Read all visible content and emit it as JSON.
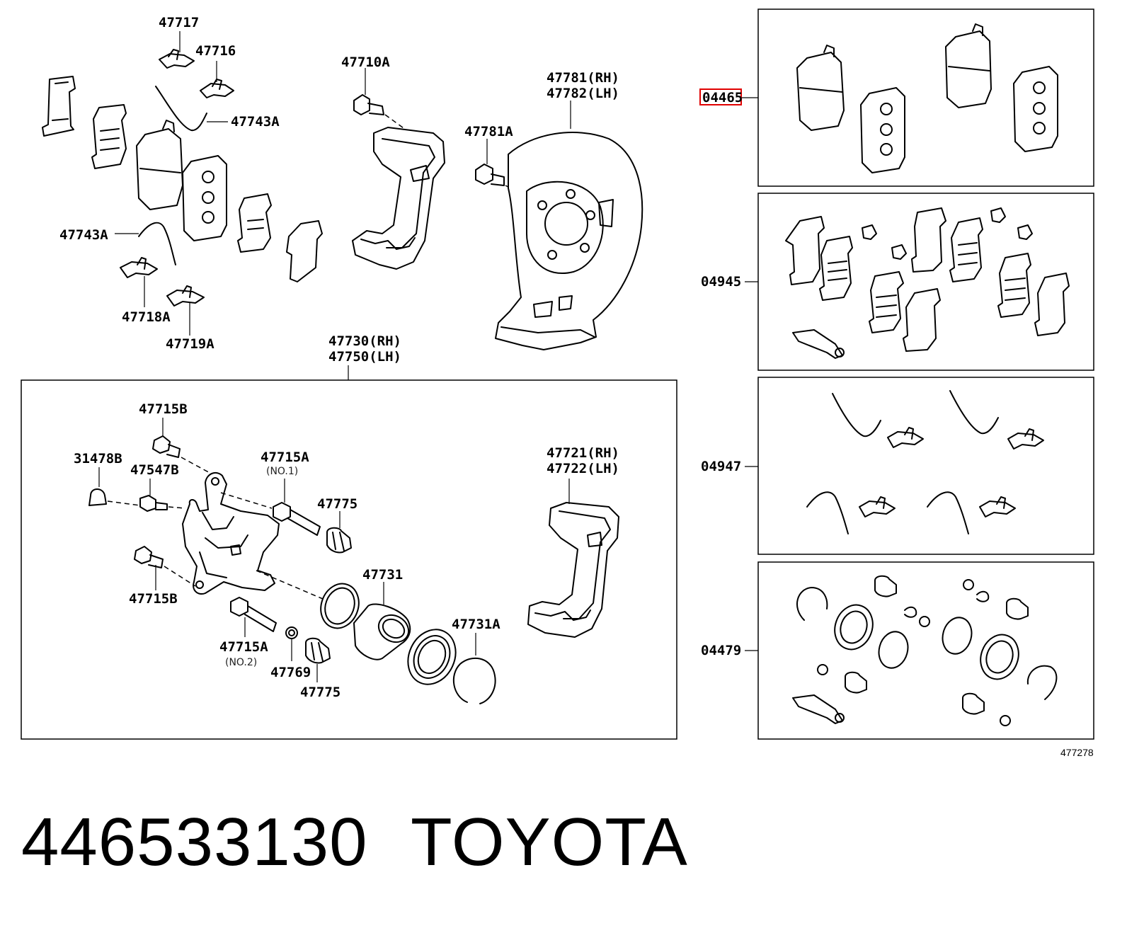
{
  "diagram_labels": {
    "p47717": "47717",
    "p47716": "47716",
    "p47743A_top": "47743A",
    "p47710A": "47710A",
    "p47781_rh": "47781(RH)",
    "p47782_lh": "47782(LH)",
    "p47781A": "47781A",
    "p47743A_low": "47743A",
    "p47718A": "47718A",
    "p47719A": "47719A",
    "p47730_rh": "47730(RH)",
    "p47750_lh": "47750(LH)",
    "p47715B_top": "47715B",
    "p31478B": "31478B",
    "p47547B": "47547B",
    "p47715A_no1": "47715A",
    "note_no1": "(NO.1)",
    "p47775_top": "47775",
    "p47721_rh": "47721(RH)",
    "p47722_lh": "47722(LH)",
    "p47731": "47731",
    "p47731A": "47731A",
    "p47715B_low": "47715B",
    "p47715A_no2": "47715A",
    "note_no2": "(NO.2)",
    "p47769": "47769",
    "p47775_low": "47775",
    "kit_04465": "04465",
    "kit_04945": "04945",
    "kit_04947": "04947",
    "kit_04479": "04479",
    "diagram_ref": "477278"
  },
  "highlight_color": "#e00000",
  "highlighted_kit": "04465",
  "footer": {
    "part_number": "446533130",
    "brand": "TOYOTA"
  }
}
